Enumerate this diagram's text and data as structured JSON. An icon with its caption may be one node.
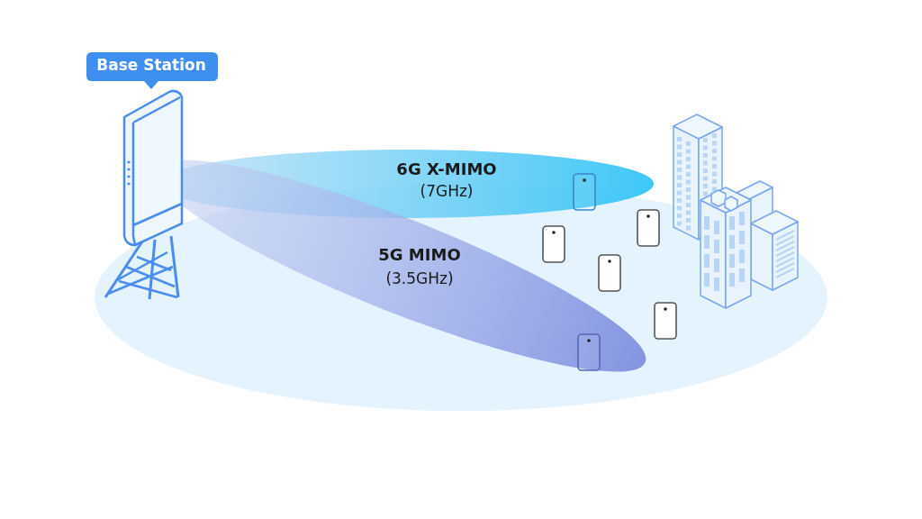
{
  "diagram": {
    "nodes": [
      {
        "text": [
          "Base Station"
        ]
      },
      {
        "text": [
          "6G X-MIMO",
          "(7GHz)"
        ]
      },
      {
        "text": [
          "5G MIMO",
          "(3.5GHz)"
        ]
      }
    ]
  }
}
